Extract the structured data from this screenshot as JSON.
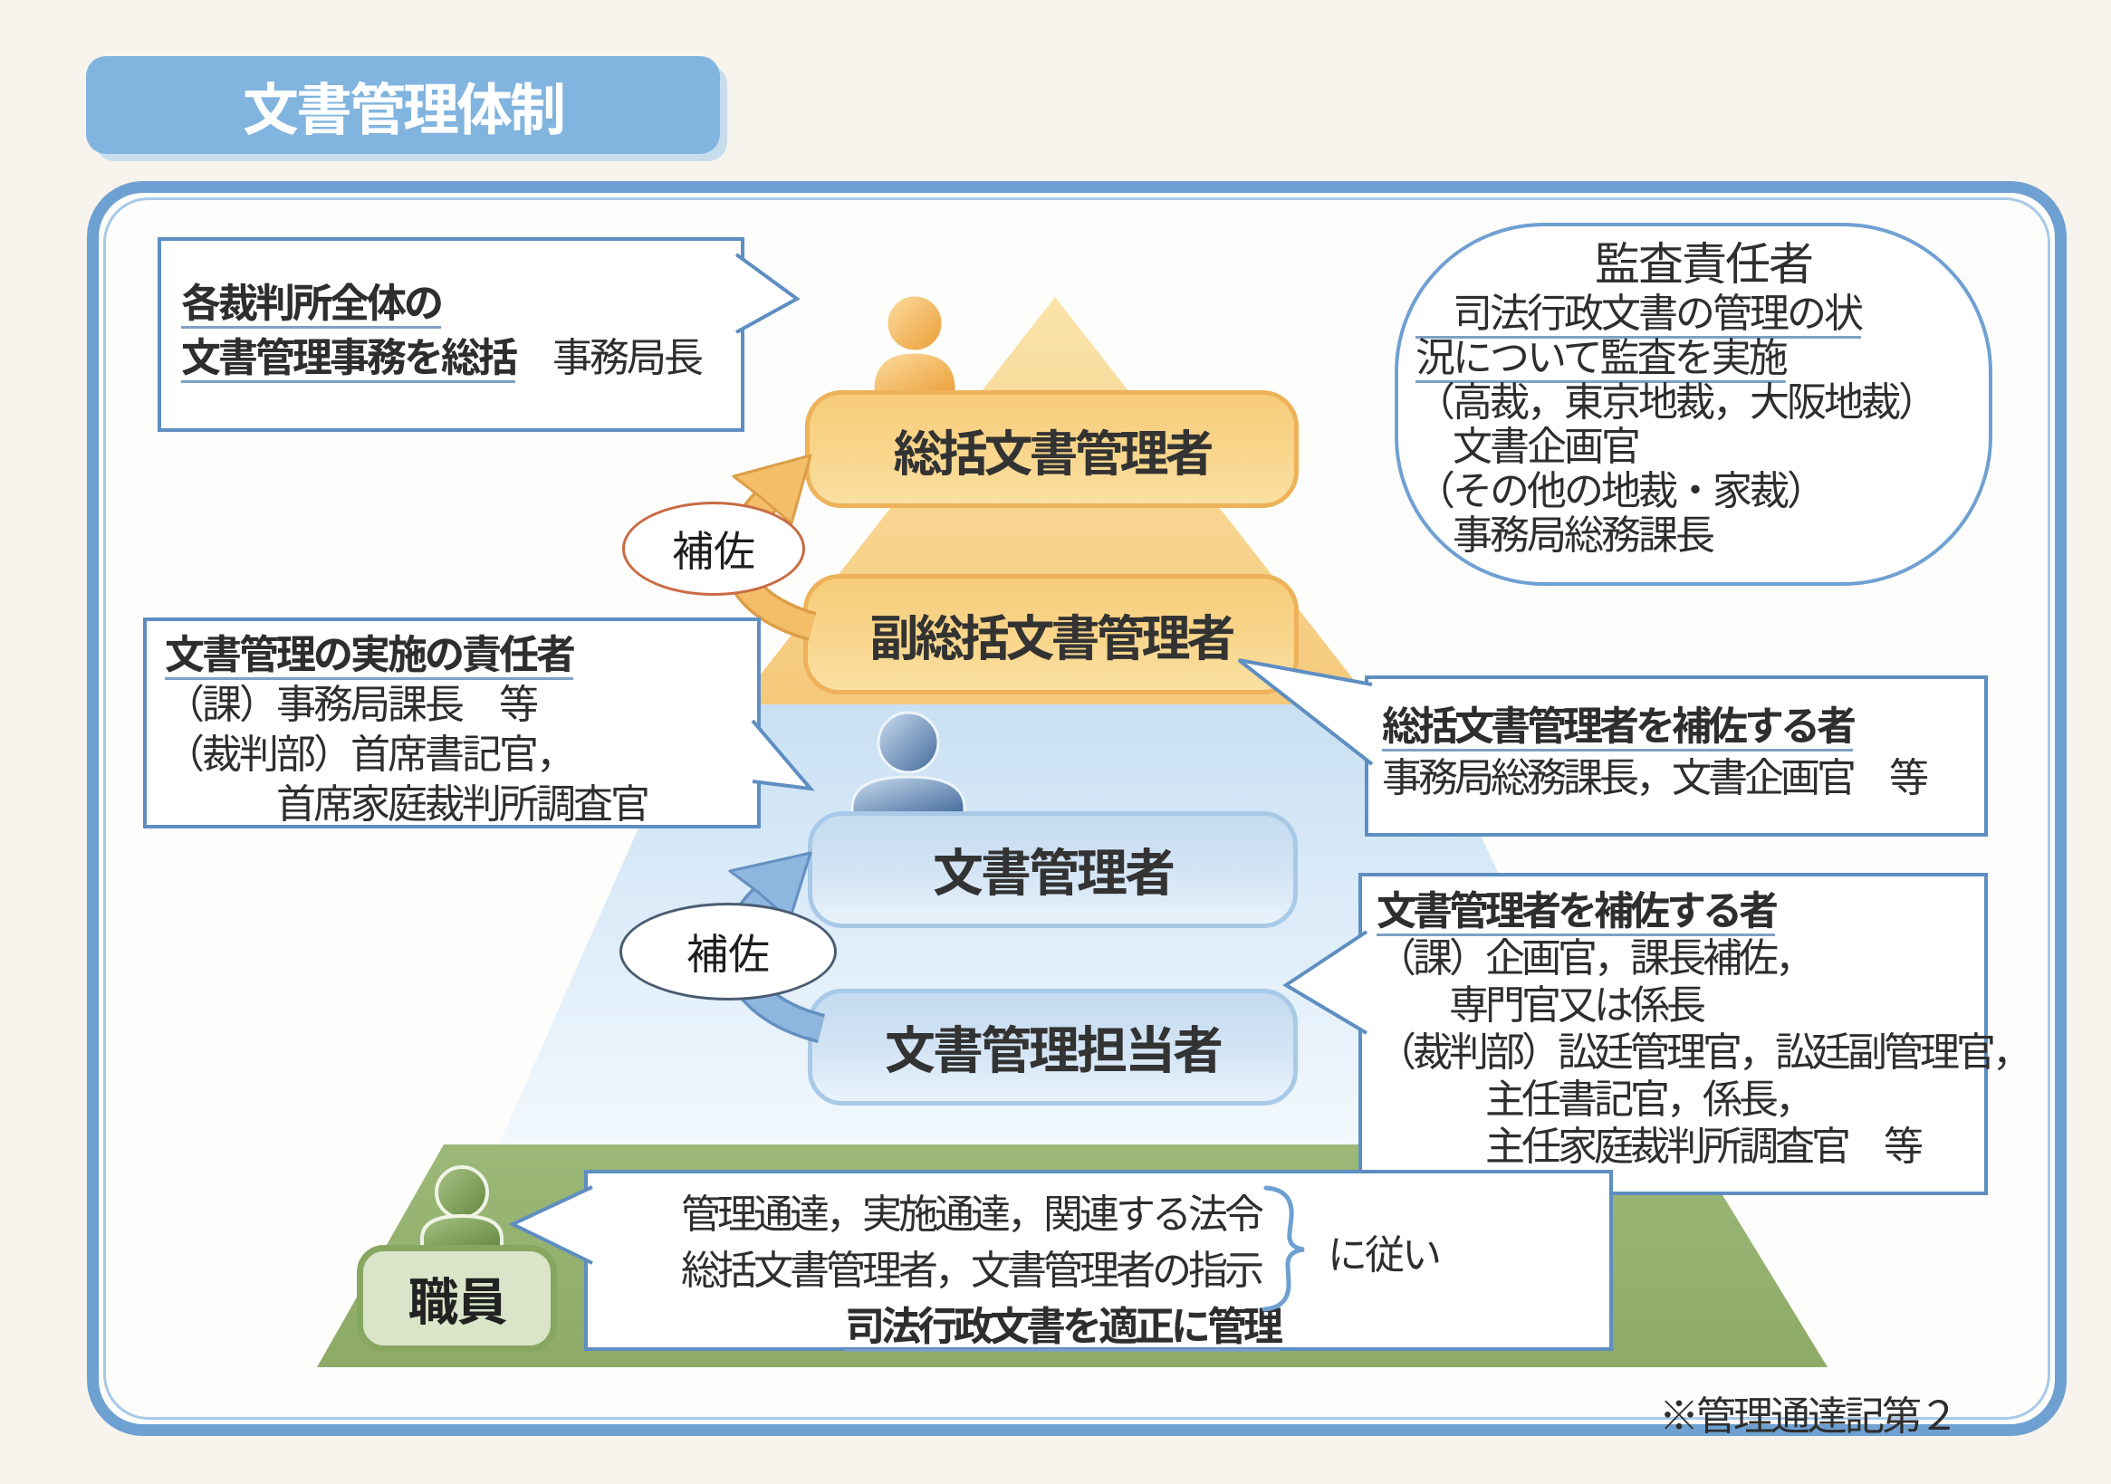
{
  "page": {
    "title": "文書管理体制",
    "footnote": "※管理通達記第２"
  },
  "colors": {
    "banner_blue": "#81B4DF",
    "frame_blue": "#6FA0D2",
    "callout_border_blue": "#5E8EC2",
    "underline_blue": "#7FA0C6",
    "pyramid_yellow": "#F6CC7C",
    "orange_box": "#F5C369",
    "orange_box_border": "#EDB25A",
    "blue_section": "#C9E0F3",
    "blue_box": "#C7DDF1",
    "blue_box_border": "#A8C9E7",
    "green_band": "#95B171",
    "staff_box_fill": "#D9E4C8",
    "staff_box_border": "#87A65F",
    "assist_ellipse_top_border": "#C96A43",
    "assist_ellipse_bottom_border": "#4A5C72",
    "text_dark": "#2E2E2E"
  },
  "pyramid": {
    "level1": "総括文書管理者",
    "level2": "副総括文書管理者",
    "level3": "文書管理者",
    "level4": "文書管理担当者",
    "staff": "職員",
    "assist_top": "補佐",
    "assist_bottom": "補佐"
  },
  "callouts": {
    "secretary": {
      "line1": "各裁判所全体の",
      "line2": "文書管理事務を総括",
      "role": "　事務局長"
    },
    "audit": {
      "title": "監査責任者",
      "line1": "　司法行政文書の管理の状",
      "line2": "況について監査を実施",
      "line3": "（高裁，東京地裁，大阪地裁）",
      "line4": "　文書企画官",
      "line5": "（その他の地裁・家裁）",
      "line6": "　事務局総務課長"
    },
    "implement": {
      "title": "文書管理の実施の責任者",
      "line1": "（課）事務局課長　等",
      "line2": "（裁判部）首席書記官，",
      "line3": "　　　首席家庭裁判所調査官"
    },
    "assist_general": {
      "title": "総括文書管理者を補佐する者",
      "line1": "事務局総務課長，文書企画官　等"
    },
    "assist_manager": {
      "title": "文書管理者を補佐する者",
      "line1": "（課）企画官，課長補佐，",
      "line2": "　　専門官又は係長",
      "line3": "（裁判部）訟廷管理官，訟廷副管理官，",
      "line4": "　　　主任書記官，係長，",
      "line5": "　　　主任家庭裁判所調査官　等"
    },
    "staff_duty": {
      "line1": "管理通達，実施通達，関連する法令",
      "line2": "総括文書管理者，文書管理者の指示",
      "suffix": "に従い",
      "line3": "司法行政文書を適正に管理"
    }
  }
}
